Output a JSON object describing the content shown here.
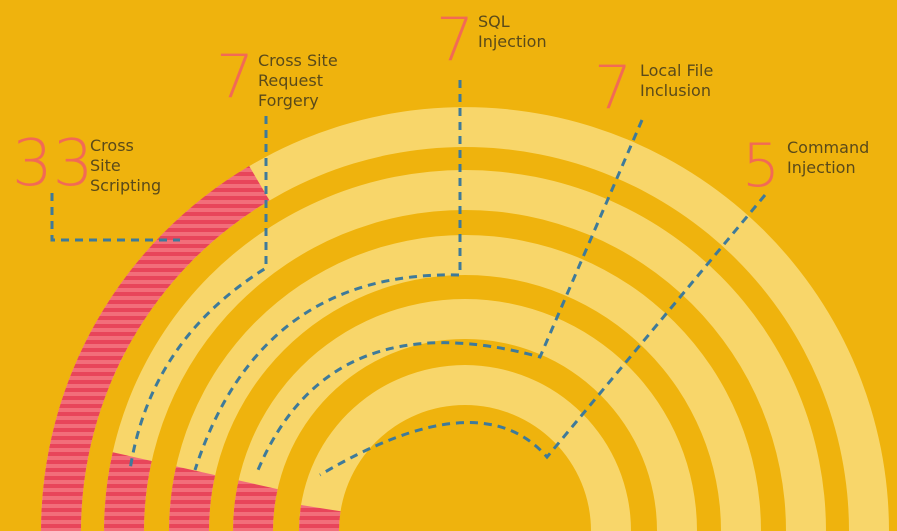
{
  "colors": {
    "background": "#EFB30D",
    "track": "#F8D66A",
    "highlight": "#E8455A",
    "highlight_stripe": "#F26E7A",
    "number": "#F26A55",
    "connector": "#3E7A9A",
    "label": "#5A4A1A"
  },
  "chart_data": {
    "type": "radial-bar",
    "categories": [
      "Cross Site Scripting",
      "Cross Site Request Forgery",
      "SQL Injection",
      "Local File Inclusion",
      "Command Injection"
    ],
    "values": [
      33,
      7,
      7,
      7,
      5
    ],
    "max": 100,
    "labels": [
      {
        "value": "33",
        "lines": [
          "Cross",
          "Site",
          "Scripting"
        ]
      },
      {
        "value": "7",
        "lines": [
          "Cross Site",
          "Request",
          "Forgery"
        ]
      },
      {
        "value": "7",
        "lines": [
          "SQL",
          "Injection"
        ]
      },
      {
        "value": "7",
        "lines": [
          "Local File",
          "Inclusion"
        ]
      },
      {
        "value": "5",
        "lines": [
          "Command",
          "Injection"
        ]
      }
    ]
  }
}
